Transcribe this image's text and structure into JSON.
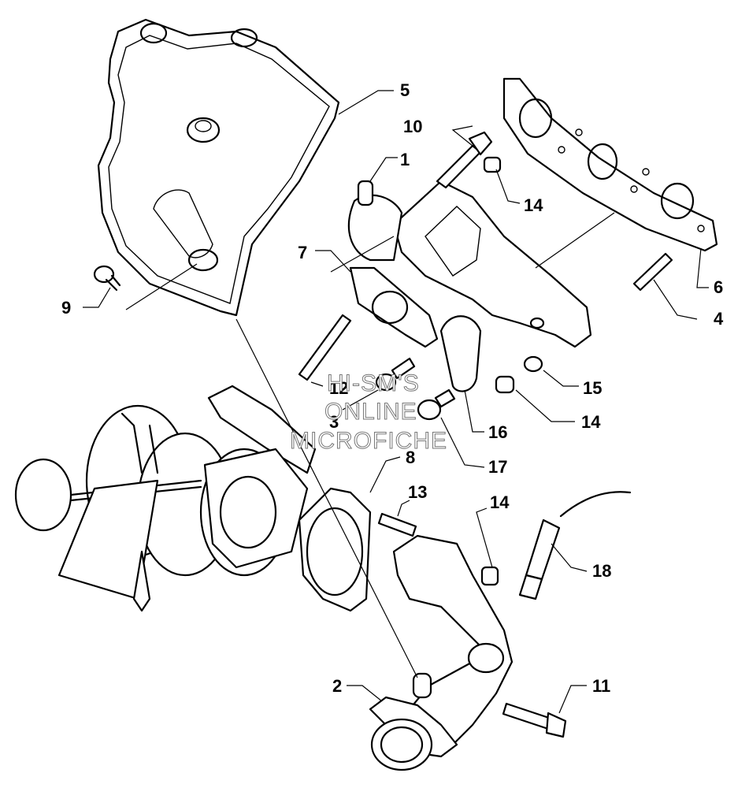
{
  "callouts": {
    "c1": "1",
    "c2": "2",
    "c3": "3",
    "c4": "4",
    "c5": "5",
    "c6": "6",
    "c7": "7",
    "c8": "8",
    "c9": "9",
    "c10": "10",
    "c11": "11",
    "c12": "12",
    "c13": "13",
    "c14a": "14",
    "c14b": "14",
    "c14c": "14",
    "c15": "15",
    "c16": "16",
    "c17": "17",
    "c18": "18"
  },
  "watermark": {
    "line1": "HI-SM'S",
    "line2": "ONLINE",
    "line3": "MICROFICHE"
  }
}
